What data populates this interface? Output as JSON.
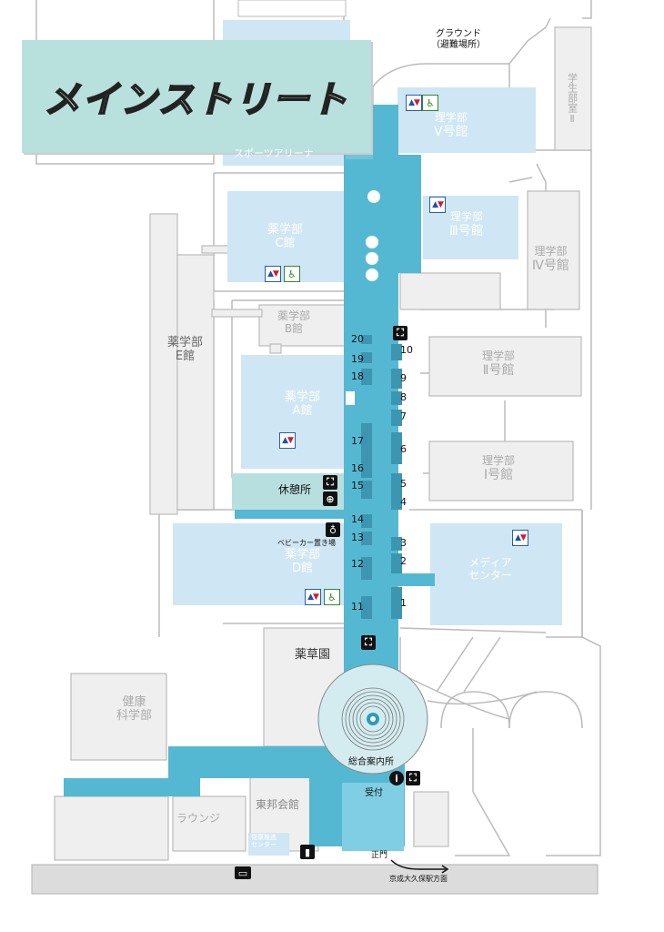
{
  "banner": {
    "title": "メインストリート"
  },
  "ground": {
    "line1": "グラウンド",
    "line2": "（避難場所）"
  },
  "buildings": {
    "student_room": "学生部室Ⅱ",
    "sci5_l1": "理学部",
    "sci5_l2": "Ⅴ号館",
    "sports_arena": "スポーツアリーナ",
    "ph_c_l1": "薬学部",
    "ph_c_l2": "C館",
    "sci3_l1": "理学部",
    "sci3_l2": "Ⅲ号館",
    "sci4_l1": "理学部",
    "sci4_l2": "Ⅳ号館",
    "ph_b_l1": "薬学部",
    "ph_b_l2": "B館",
    "ph_e_l1": "薬学部",
    "ph_e_l2": "E館",
    "sci2_l1": "理学部",
    "sci2_l2": "Ⅱ号館",
    "ph_a_l1": "薬学部",
    "ph_a_l2": "A館",
    "sci1_l1": "理学部",
    "sci1_l2": "Ⅰ号館",
    "rest": "休憩所",
    "stroller": "ベビーカー置き場",
    "ph_d_l1": "薬学部",
    "ph_d_l2": "D館",
    "media_l1": "メディア",
    "media_l2": "センター",
    "garden": "薬草園",
    "health_l1": "健康",
    "health_l2": "科学部",
    "info": "総合案内所",
    "reception": "受付",
    "lounge": "ラウンジ",
    "toho": "東邦会館",
    "health_center_l1": "健康推進",
    "health_center_l2": "センター",
    "main_gate": "正門",
    "station": "京成大久保駅方面"
  },
  "numbers": [
    "20",
    "19",
    "18",
    "17",
    "16",
    "15",
    "14",
    "13",
    "12",
    "11",
    "10",
    "9",
    "8",
    "7",
    "6",
    "5",
    "4",
    "3",
    "2",
    "1"
  ],
  "icons": [
    "restroom-icon",
    "accessible-icon",
    "trash-icon",
    "info-icon",
    "dining-icon",
    "stroller-icon",
    "bus-icon",
    "bottle-icon"
  ],
  "colors": {
    "street": "#55b8d2",
    "street_light": "#b3e0ef",
    "bldg_blue": "#cfe6f4",
    "bldg_grey": "#efefef",
    "banner": "#b8e0dd"
  }
}
